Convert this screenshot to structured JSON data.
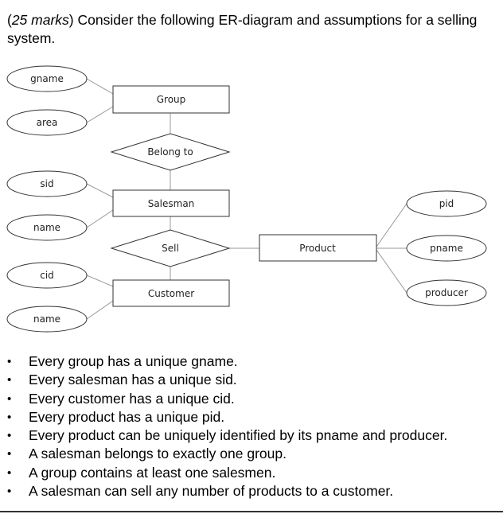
{
  "question": {
    "open_paren": "(",
    "marks": "25 marks",
    "text": ") Consider the following ER-diagram and assumptions for a selling system."
  },
  "diagram": {
    "entities": {
      "group": "Group",
      "salesman": "Salesman",
      "customer": "Customer",
      "product": "Product"
    },
    "relationships": {
      "belong_to": "Belong to",
      "sell": "Sell"
    },
    "attributes": {
      "gname": "gname",
      "area": "area",
      "sid": "sid",
      "salesman_name": "name",
      "cid": "cid",
      "customer_name": "name",
      "pid": "pid",
      "pname": "pname",
      "producer": "producer"
    }
  },
  "assumptions": [
    "Every group has a unique gname.",
    "Every salesman has a unique sid.",
    "Every customer has a unique cid.",
    "Every product has a unique pid.",
    "Every product can be uniquely identified by its pname and producer.",
    "A salesman belongs to exactly one group.",
    "A group contains at least one salesmen.",
    "A salesman can sell any number of products to a customer."
  ],
  "bullet_glyph": "•"
}
